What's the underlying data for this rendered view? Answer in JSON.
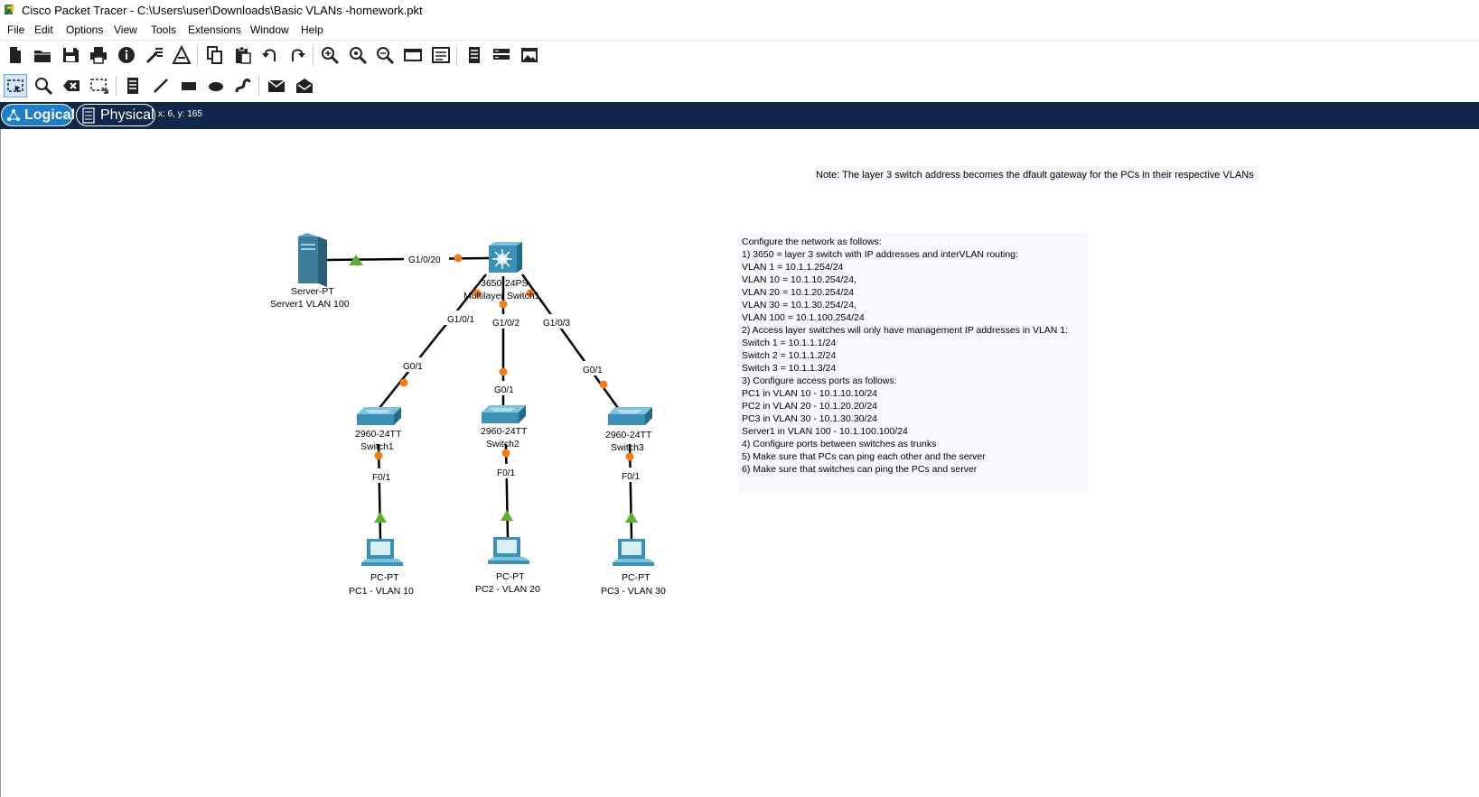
{
  "window": {
    "title": "Cisco Packet Tracer - C:\\Users\\user\\Downloads\\Basic VLANs -homework.pkt"
  },
  "menu": [
    "File",
    "Edit",
    "Options",
    "View",
    "Tools",
    "Extensions",
    "Window",
    "Help"
  ],
  "toolbar": {
    "main_icons": [
      "new-file-icon",
      "open-folder-icon",
      "save-icon",
      "print-icon",
      "info-icon",
      "activity-wizard-icon",
      "custom-device-icon",
      "copy-icon",
      "paste-icon",
      "undo-icon",
      "redo-icon",
      "zoom-in-icon",
      "zoom-reset-icon",
      "zoom-out-icon",
      "drawing-palette-icon",
      "custom-devices-dialog-icon",
      "view-command-log-icon",
      "network-information-icon",
      "screenshot-icon"
    ],
    "tool_icons": [
      "select-icon",
      "inspect-icon",
      "delete-icon",
      "resize-shape-icon",
      "place-note-icon",
      "draw-line-icon",
      "draw-rectangle-icon",
      "draw-ellipse-icon",
      "freeform-icon",
      "simple-pdu-icon",
      "complex-pdu-icon"
    ]
  },
  "tabs": {
    "logical": "Logical",
    "physical": "Physical",
    "coords": "x: 6, y: 165"
  },
  "workspace": {
    "note": "Note: The layer 3 switch address becomes the dfault gateway for the PCs in their respective VLANs",
    "config_lines": [
      "Configure the network as follows:",
      "1) 3650 = layer 3 switch with IP addresses and interVLAN routing:",
      "VLAN 1 = 10.1.1.254/24",
      "VLAN 10 = 10.1.10.254/24,",
      "VLAN 20 = 10.1.20.254/24",
      "VLAN 30 = 10.1.30.254/24,",
      "VLAN 100 = 10.1.100.254/24",
      "2) Access layer switches will only have management IP addresses in VLAN 1:",
      "Switch 1 = 10.1.1.1/24",
      "Switch 2 = 10.1.1.2/24",
      "Switch 3 = 10.1.1.3/24",
      "3) Configure access ports as follows:",
      "PC1 in VLAN 10 - 10.1.10.10/24",
      "PC2 in VLAN 20 - 10.1.20.20/24",
      "PC3 in VLAN 30 - 10.1.30.30/24",
      "Server1 in VLAN 100 - 10.1.100.100/24",
      "4) Configure ports between switches as trunks",
      "5) Make sure that PCs can ping each other and the server",
      "6) Make sure that switches can ping the PCs and server"
    ]
  },
  "topology": {
    "devices": {
      "server": {
        "model": "Server-PT",
        "name": "Server1 VLAN 100"
      },
      "mls": {
        "model": "3650-24PS",
        "name": "Multilayer Switch1"
      },
      "sw1": {
        "model": "2960-24TT",
        "name": "Switch1"
      },
      "sw2": {
        "model": "2960-24TT",
        "name": "Switch2"
      },
      "sw3": {
        "model": "2960-24TT",
        "name": "Switch3"
      },
      "pc1": {
        "model": "PC-PT",
        "name": "PC1 - VLAN 10"
      },
      "pc2": {
        "model": "PC-PT",
        "name": "PC2 - VLAN 20"
      },
      "pc3": {
        "model": "PC-PT",
        "name": "PC3 - VLAN 30"
      }
    },
    "ports": {
      "mls_g1020": "G1/0/20",
      "mls_g101": "G1/0/1",
      "mls_g102": "G1/0/2",
      "mls_g103": "G1/0/3",
      "sw1_g01": "G0/1",
      "sw2_g01": "G0/1",
      "sw3_g01": "G0/1",
      "sw1_f01": "F0/1",
      "sw2_f01": "F0/1",
      "sw3_f01": "F0/1"
    },
    "link_colors": {
      "up": "#5cb130",
      "orange": "#f07d19",
      "cable": "#000000"
    }
  }
}
